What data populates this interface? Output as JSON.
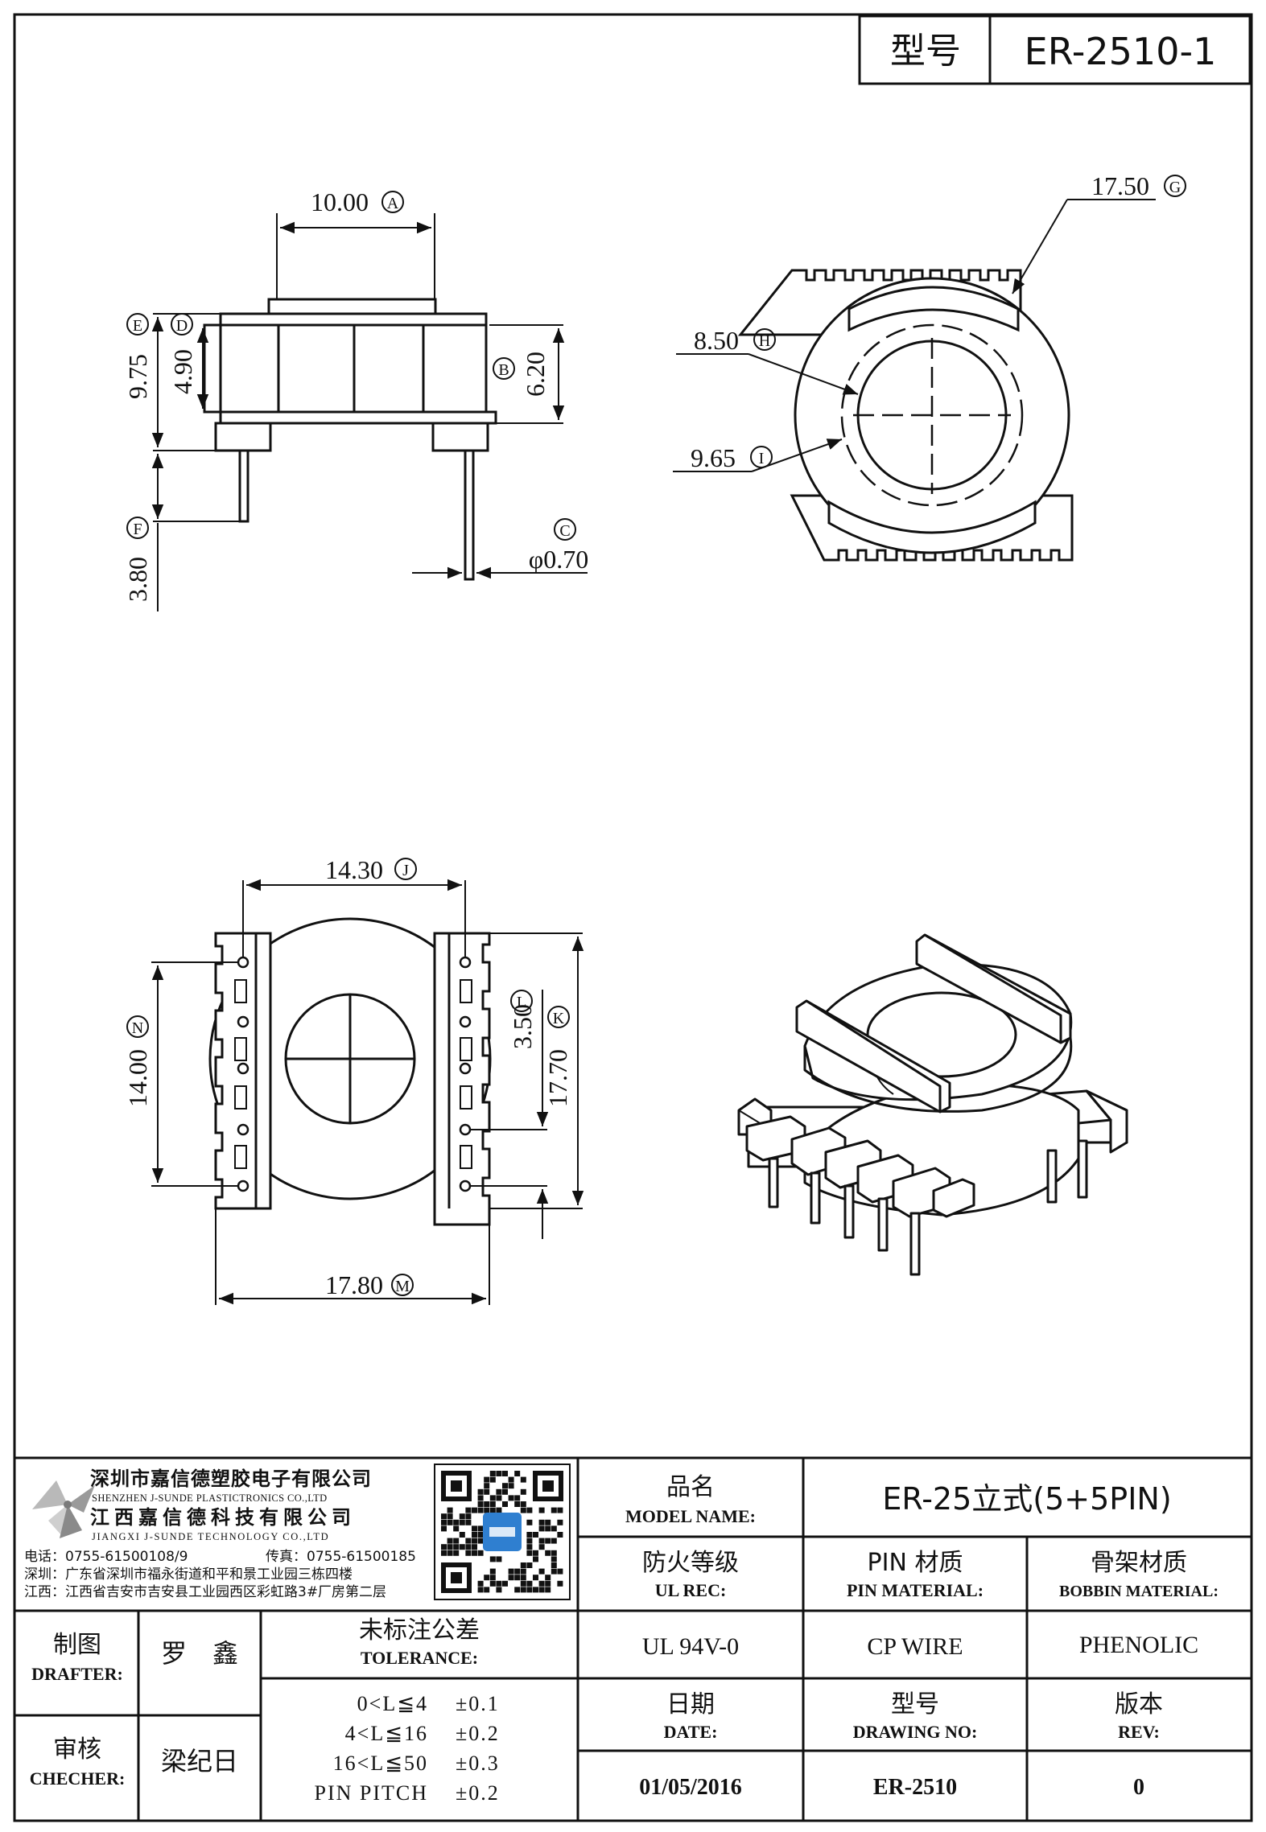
{
  "header": {
    "model_label": "型号",
    "model_value": "ER-2510-1"
  },
  "dimensions": {
    "A": "10.00",
    "B": "6.20",
    "C": "φ0.70",
    "D": "4.90",
    "E": "9.75",
    "F": "3.80",
    "G": "17.50",
    "H": "8.50",
    "I": "9.65",
    "J": "14.30",
    "K": "17.70",
    "L": "3.50",
    "M": "17.80",
    "N": "14.00"
  },
  "company": {
    "name_cn_1": "深圳市嘉信德塑胶电子有限公司",
    "name_en_1": "SHENZHEN J-SUNDE PLASTICTRONICS CO.,LTD",
    "name_cn_2": "江西嘉信德科技有限公司",
    "name_en_2": "JIANGXI J-SUNDE TECHNOLOGY CO.,LTD",
    "phone": "电话：0755-61500108/9",
    "fax": "传真：0755-61500185",
    "addr_sz": "深圳：广东省深圳市福永街道和平和景工业园三栋四楼",
    "addr_jx": "江西：江西省吉安市吉安县工业园西区彩虹路3#厂房第二层"
  },
  "table": {
    "model_name_cn": "品名",
    "model_name_en": "MODEL NAME:",
    "model_name_value": "ER-25立式(5+5PIN)",
    "ul_cn": "防火等级",
    "ul_en": "UL REC:",
    "ul_value": "UL 94V-0",
    "pin_cn": "PIN 材质",
    "pin_en": "PIN MATERIAL:",
    "pin_value": "CP WIRE",
    "bobbin_cn": "骨架材质",
    "bobbin_en": "BOBBIN MATERIAL:",
    "bobbin_value": "PHENOLIC",
    "drafter_cn": "制图",
    "drafter_en": "DRAFTER:",
    "drafter_value": "罗　鑫",
    "checker_cn": "审核",
    "checker_en": "CHECHER:",
    "checker_value": "梁纪日",
    "tolerance_cn": "未标注公差",
    "tolerance_en": "TOLERANCE:",
    "tolerance_rows": [
      {
        "range": "0<L≦4",
        "tol": "±0.1"
      },
      {
        "range": "4<L≦16",
        "tol": "±0.2"
      },
      {
        "range": "16<L≦50",
        "tol": "±0.3"
      },
      {
        "range": "PIN PITCH",
        "tol": "±0.2"
      }
    ],
    "date_cn": "日期",
    "date_en": "DATE:",
    "date_value": "01/05/2016",
    "drawing_cn": "型号",
    "drawing_en": "DRAWING NO:",
    "drawing_value": "ER-2510",
    "rev_cn": "版本",
    "rev_en": "REV:",
    "rev_value": "0"
  }
}
